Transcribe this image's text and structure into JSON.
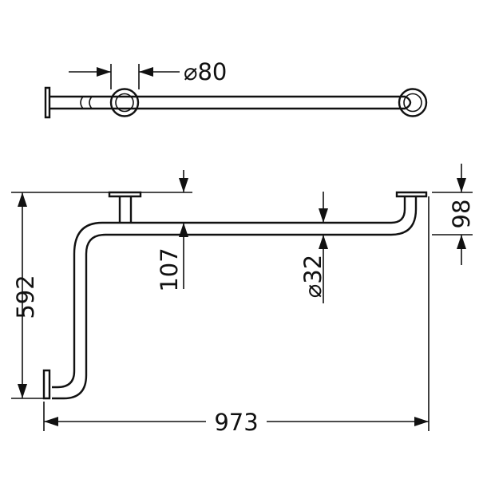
{
  "dimensions": {
    "flange_diameter": "⌀80",
    "tube_diameter": "⌀32",
    "overall_width": "973",
    "overall_height": "592",
    "upper_offset": "107",
    "flange_offset": "98"
  },
  "colors": {
    "line": "#111111",
    "background": "#ffffff"
  }
}
